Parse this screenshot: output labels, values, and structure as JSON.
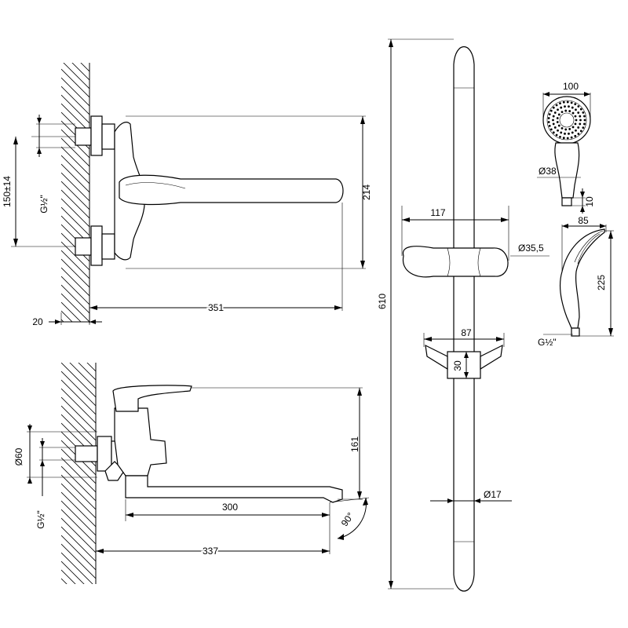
{
  "top_view": {
    "dim_wall_offset": "20",
    "dim_reach": "351",
    "dim_height": "214",
    "dim_center_distance": "150±14",
    "dim_thread": "G½\""
  },
  "side_view": {
    "dim_diameter": "Ø60",
    "dim_thread": "G½\"",
    "dim_spout_height": "161",
    "dim_spout_length": "300",
    "dim_total_reach": "337",
    "dim_angle": "90°"
  },
  "shower_rail": {
    "dim_length": "610",
    "dim_holder_width": "117",
    "dim_holder_diameter": "Ø35,5",
    "dim_bracket_width": "87",
    "dim_bracket_height": "30",
    "dim_rail_diameter": "Ø17"
  },
  "hand_shower": {
    "dim_head_diameter": "100",
    "dim_handle_diameter": "Ø38",
    "dim_neck": "10",
    "dim_depth": "85",
    "dim_length": "225",
    "dim_thread": "G½\""
  }
}
